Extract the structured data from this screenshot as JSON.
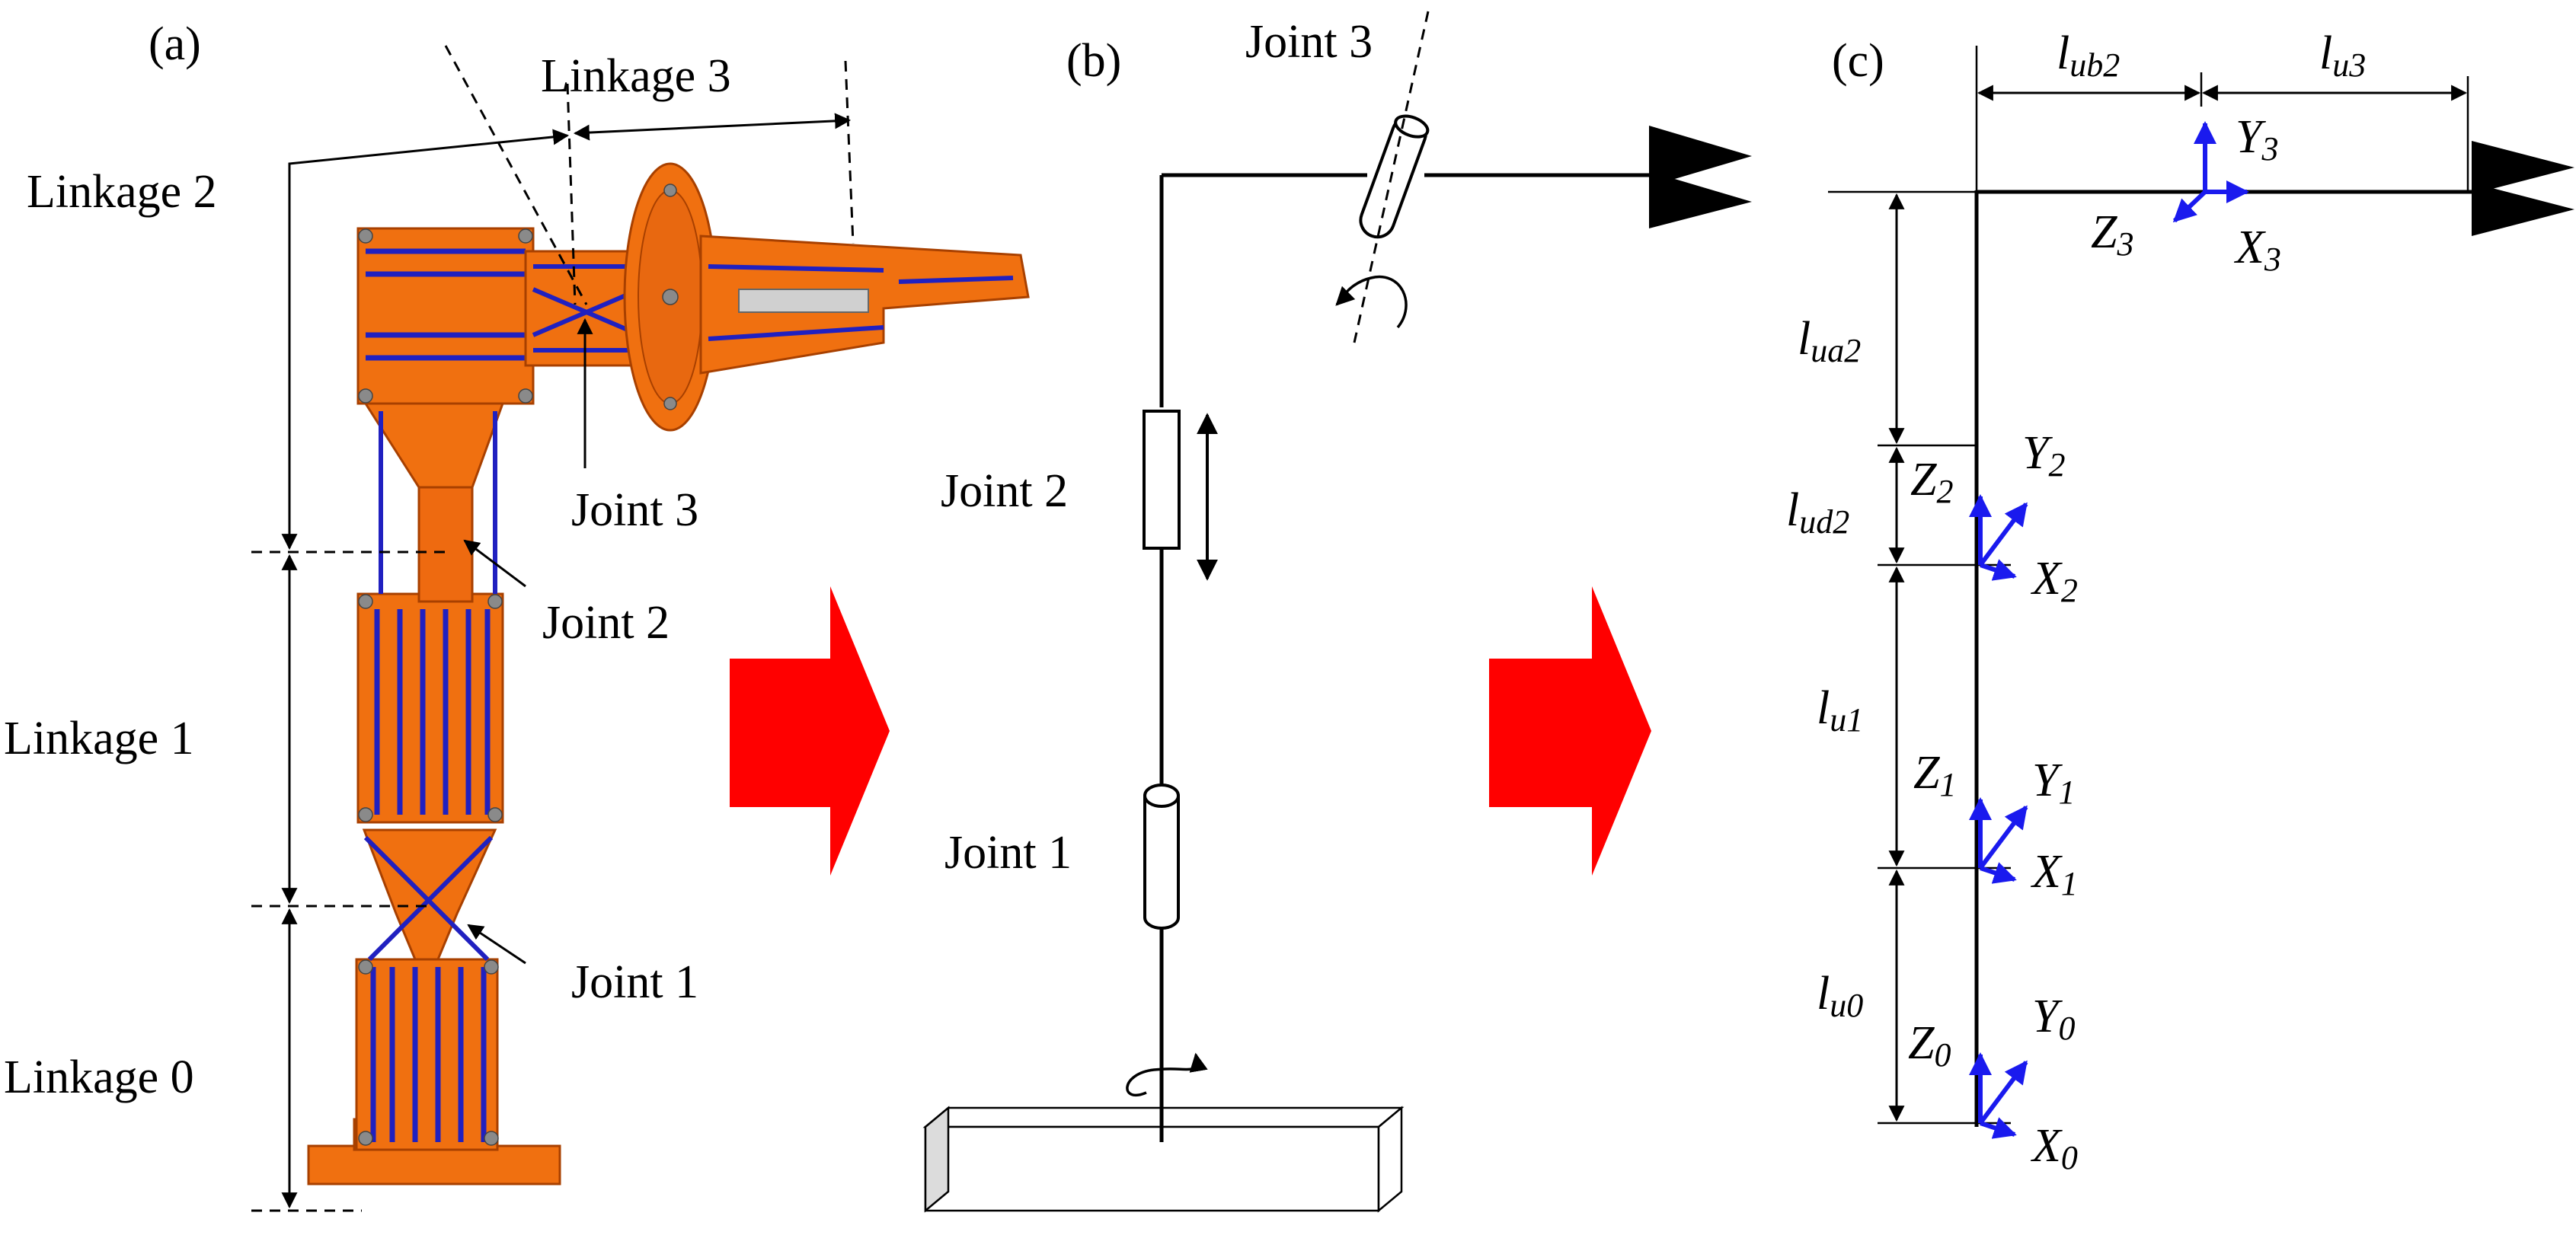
{
  "panels": {
    "a": {
      "tag": "(a)",
      "linkage0": "Linkage 0",
      "linkage1": "Linkage 1",
      "linkage2": "Linkage 2",
      "linkage3": "Linkage 3",
      "joint1": "Joint 1",
      "joint2": "Joint 2",
      "joint3": "Joint 3"
    },
    "b": {
      "tag": "(b)",
      "joint1": "Joint 1",
      "joint2": "Joint 2",
      "joint3": "Joint 3"
    },
    "c": {
      "tag": "(c)",
      "dims": {
        "lub2": {
          "base": "l",
          "sub": "ub2"
        },
        "lu3": {
          "base": "l",
          "sub": "u3"
        },
        "lua2": {
          "base": "l",
          "sub": "ua2"
        },
        "lud2": {
          "base": "l",
          "sub": "ud2"
        },
        "lu1": {
          "base": "l",
          "sub": "u1"
        },
        "lu0": {
          "base": "l",
          "sub": "u0"
        }
      },
      "frames": [
        {
          "x": "X",
          "y": "Y",
          "z": "Z",
          "idx": "0"
        },
        {
          "x": "X",
          "y": "Y",
          "z": "Z",
          "idx": "1"
        },
        {
          "x": "X",
          "y": "Y",
          "z": "Z",
          "idx": "2"
        },
        {
          "x": "X",
          "y": "Y",
          "z": "Z",
          "idx": "3"
        }
      ]
    }
  },
  "colors": {
    "robot": "#f07010",
    "robot_dark": "#c85000",
    "cable": "#2020c0",
    "axis": "#1a1aee",
    "big_arrow": "#ff0000"
  }
}
